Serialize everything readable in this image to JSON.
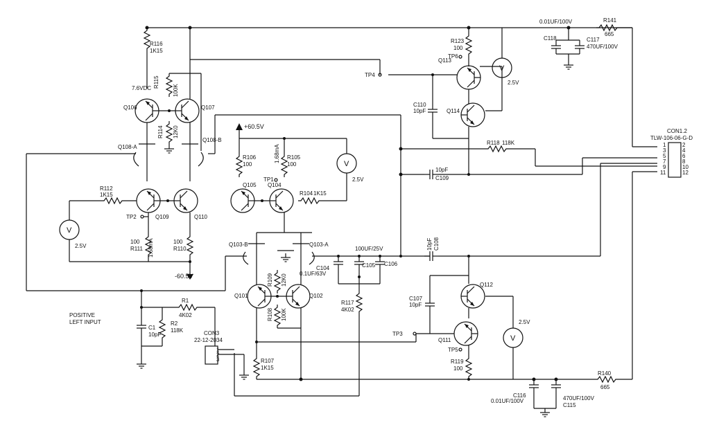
{
  "supply": {
    "plus": "+60.5V",
    "minus": "-60.5V"
  },
  "input_label": [
    "POSITIVE",
    "LEFT INPUT"
  ],
  "meters": [
    "2.5V",
    "2.5V",
    "2.5V",
    "2.5V"
  ],
  "connector_top": {
    "name": "CON1.2",
    "part": "TLW-106-06-G-D",
    "pins_left": [
      "1",
      "3",
      "5",
      "7",
      "9",
      "11"
    ],
    "pins_right": [
      "2",
      "4",
      "6",
      "8",
      "10",
      "12"
    ]
  },
  "connector_in": {
    "name": "CON3",
    "part": "22-12-2034",
    "pins": [
      "1",
      "2",
      "3"
    ]
  },
  "testpoints": [
    "TP1",
    "TP2",
    "TP3",
    "TP4",
    "TP5",
    "TP6"
  ],
  "annotations": {
    "v76": "7.6VDC",
    "ma1": "1.68mA",
    "ma2": "1.68mA"
  },
  "parts": {
    "R116": [
      "R116",
      "1K15"
    ],
    "R115": [
      "R115",
      "100K"
    ],
    "R114": [
      "R114",
      "12K0"
    ],
    "R112": [
      "R112",
      "1K15"
    ],
    "R111": [
      "100",
      "R111"
    ],
    "R110": [
      "100",
      "R110"
    ],
    "R106": [
      "R106",
      "100"
    ],
    "R105": [
      "R105",
      "100"
    ],
    "R104": [
      "R104",
      "1K15"
    ],
    "R123": [
      "R123",
      "100"
    ],
    "R141": [
      "R141",
      "665"
    ],
    "R118": [
      "R118",
      "118K"
    ],
    "R109": [
      "R109",
      "12K0"
    ],
    "R108": [
      "R108",
      "100K"
    ],
    "R117": [
      "R117",
      "4K02"
    ],
    "R107": [
      "R107",
      "1K15"
    ],
    "R1": [
      "R1",
      "4K02"
    ],
    "R2": [
      "R2",
      "118K"
    ],
    "R119": [
      "R119",
      "100"
    ],
    "R140": [
      "R140",
      "665"
    ],
    "C118": [
      "C118"
    ],
    "C117": [
      "C117",
      "470UF/100V"
    ],
    "C117v": [
      "0.01UF/100V"
    ],
    "C110": [
      "C110",
      "10pF"
    ],
    "C109": [
      "10pF",
      "C109"
    ],
    "C108": [
      "10pF",
      "C108"
    ],
    "C104": [
      "C104",
      "0.1UF/63V"
    ],
    "C105": [
      "C105"
    ],
    "C106": [
      "C106"
    ],
    "C105v": [
      "100UF/25V"
    ],
    "C107": [
      "C107",
      "10pF"
    ],
    "C1": [
      "C1",
      "10pF"
    ],
    "C116": [
      "C116",
      "0.01UF/100V"
    ],
    "C115": [
      "470UF/100V",
      "C115"
    ],
    "Q106": "Q106",
    "Q107": "Q107",
    "Q108A": "Q108-A",
    "Q108B": "Q108-B",
    "Q109": "Q109",
    "Q110": "Q110",
    "Q105": "Q105",
    "Q104": "Q104",
    "Q103A": "Q103-A",
    "Q103B": "Q103-B",
    "Q101": "Q101",
    "Q102": "Q102",
    "Q113": "Q113",
    "Q114": "Q114",
    "Q112": "Q112",
    "Q111": "Q111"
  }
}
